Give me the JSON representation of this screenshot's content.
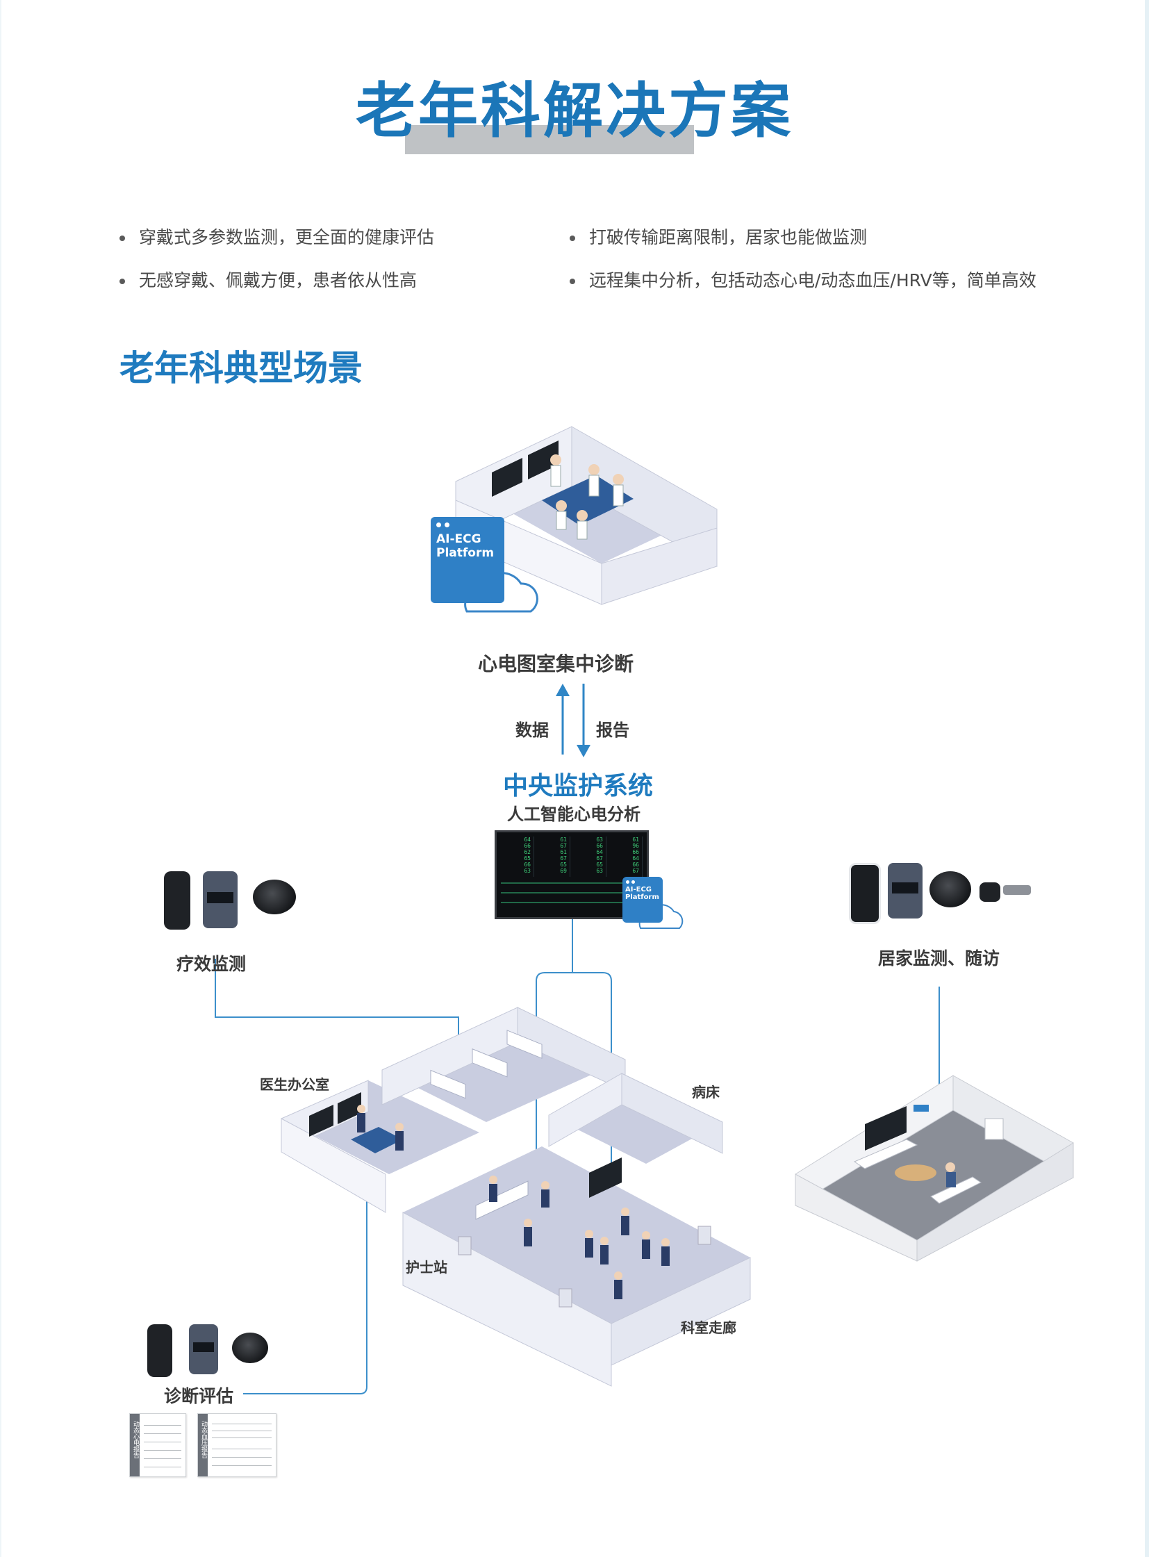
{
  "page": {
    "title": "老年科解决方案",
    "section_title": "老年科典型场景"
  },
  "bullets": [
    "穿戴式多参数监测，更全面的健康评估",
    "打破传输距离限制，居家也能做监测",
    "无感穿戴、佩戴方便，患者依从性高",
    "远程集中分析，包括动态心电/动态血压/HRV等，简单高效"
  ],
  "diagram": {
    "platform_label_line1": "AI-ECG",
    "platform_label_line2": "Platform",
    "ecg_room": "心电图室集中诊断",
    "arrow_up_label": "数据",
    "arrow_down_label": "报告",
    "central_title": "中央监护系统",
    "central_subtitle": "人工智能心电分析",
    "treatment_monitoring": "疗效监测",
    "home_monitoring": "居家监测、随访",
    "diagnosis_assessment": "诊断评估",
    "rooms": {
      "doctor_office": "医生办公室",
      "ward_bed": "病床",
      "nurse_station": "护士站",
      "corridor": "科室走廊"
    },
    "monitor_values": [
      [
        "64",
        "66",
        "62",
        "65",
        "66",
        "63"
      ],
      [
        "61",
        "67",
        "61",
        "67",
        "65",
        "69"
      ],
      [
        "63",
        "66",
        "64",
        "67",
        "65",
        "63"
      ],
      [
        "61",
        "96",
        "66",
        "64",
        "66",
        "67"
      ]
    ],
    "reports": [
      "动态心电报告",
      "动态血压报告"
    ]
  },
  "colors": {
    "title_blue": "#1b76b8",
    "accent_blue": "#1f7bbf",
    "connector": "#2f86c6",
    "room_floor": "#c9cde0",
    "room_wall": "#eceef6"
  }
}
